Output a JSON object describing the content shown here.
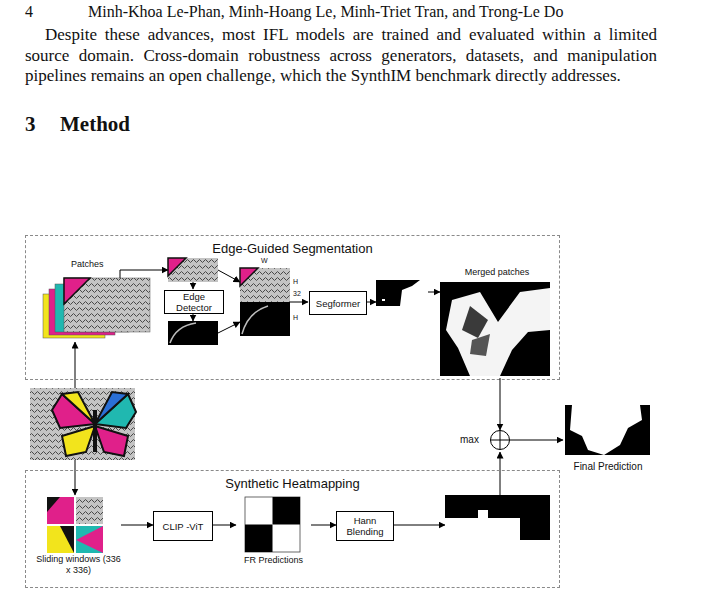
{
  "diagram": {
    "nodes": [
      {
        "text": [
          "Edge-Guided Segmentation"
        ]
      },
      {
        "text": [
          "Patches"
        ],
        "in": 0
      },
      {
        "text": [
          "Edge Detector"
        ],
        "in": 0
      },
      {
        "text": [
          "Segformer"
        ],
        "in": 0
      },
      {
        "text": [
          "Merged patches"
        ],
        "in": 0
      },
      {
        "text": [
          "Synthetic Heatmapping"
        ]
      },
      {
        "text": [
          "Sliding windows (336 x 336)"
        ],
        "in": 5
      },
      {
        "text": [
          "CLIP -ViT"
        ],
        "in": 5
      },
      {
        "text": [
          "FR Predictions"
        ],
        "in": 5
      },
      {
        "text": [
          "Hann Blending"
        ],
        "in": 5
      },
      {
        "text": [
          "max"
        ]
      },
      {
        "text": [
          "Final Prediction"
        ]
      }
    ],
    "edges": [
      {
        "from": 6,
        "to": 7,
        "arrow": "to"
      },
      {
        "from": 7,
        "to": 8,
        "arrow": "to"
      },
      {
        "from": 8,
        "to": 9,
        "arrow": "to"
      },
      {
        "from": 4,
        "to": 10,
        "arrow": "to"
      },
      {
        "from": 10,
        "to": 11,
        "arrow": "to"
      }
    ],
    "labels": [
      "4",
      "Minh-Khoa Le-Phan, Minh-Hoang Le, Minh-Triet Tran, and Trong-Le Do",
      "Despite these advances, most IFL models are trained and evaluated within a limited source domain. Cross-domain robustness across generators, datasets, and manipulation pipelines remains an open challenge, which the SynthIM benchmark directly addresses.",
      "3",
      "Method",
      "W",
      "H",
      "32",
      "H"
    ]
  }
}
